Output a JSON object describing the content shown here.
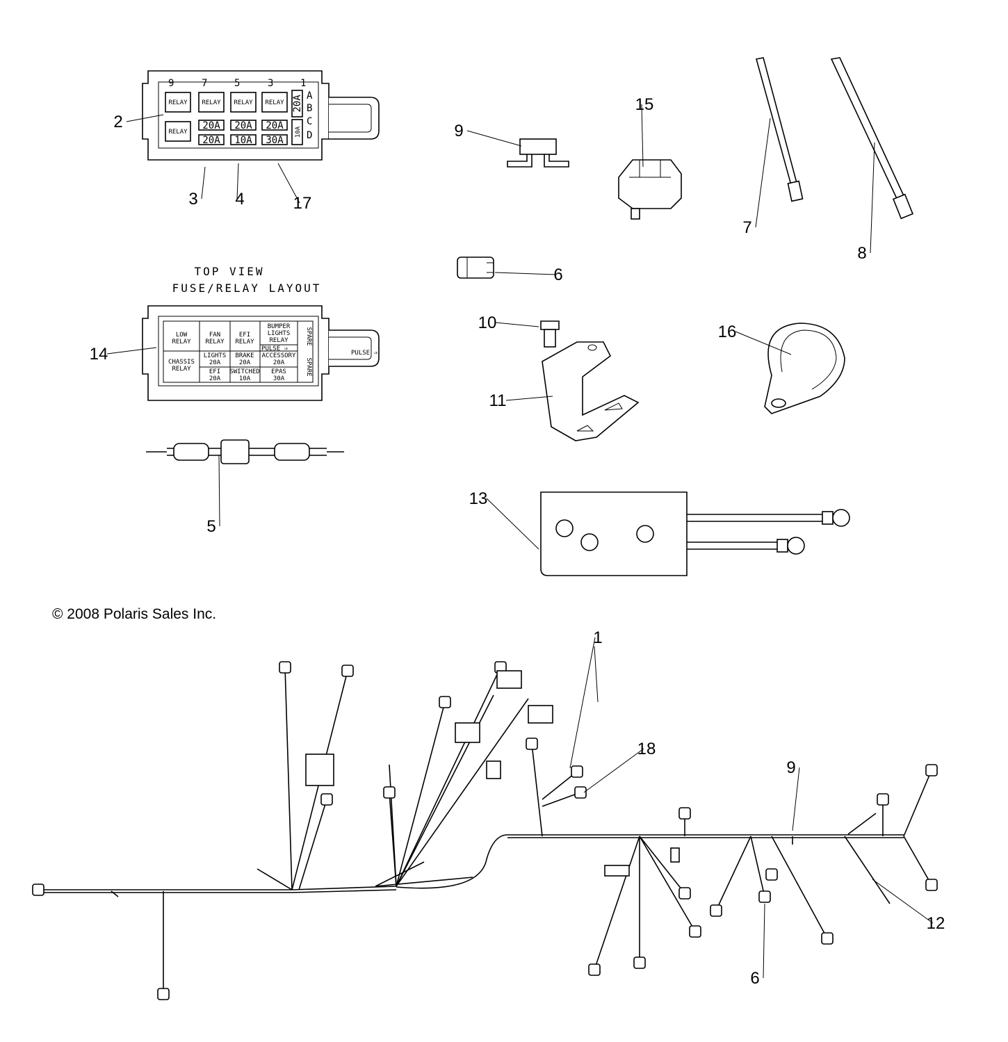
{
  "copyright": "© 2008 Polaris Sales Inc.",
  "fuse_box": {
    "column_numbers": [
      "9",
      "7",
      "5",
      "3",
      "1"
    ],
    "row_letters": [
      "A",
      "B",
      "C",
      "D"
    ],
    "relay_label": "RELAY",
    "fuses_row1": [
      "20A",
      "20A",
      "20A"
    ],
    "fuses_row2": [
      "20A",
      "10A",
      "30A"
    ],
    "side_fuse_top": "20A",
    "side_fuse_bottom": "10A"
  },
  "layout": {
    "title_line1": "TOP VIEW",
    "title_line2": "FUSE/RELAY LAYOUT",
    "cells": {
      "low_relay": [
        "LOW",
        "RELAY"
      ],
      "fan_relay": [
        "FAN",
        "RELAY"
      ],
      "efi_relay": [
        "EFI",
        "RELAY"
      ],
      "bumper": [
        "BUMPER",
        "LIGHTS",
        "RELAY"
      ],
      "pulse": "PULSE",
      "spare_top": "SPARE",
      "chassis_relay": [
        "CHASSIS",
        "RELAY"
      ],
      "lights": [
        "LIGHTS",
        "20A"
      ],
      "brake": [
        "BRAKE",
        "20A"
      ],
      "accessory": [
        "ACCESSORY",
        "20A"
      ],
      "spare_bottom": "SPARE",
      "efi": [
        "EFI",
        "20A"
      ],
      "switched": [
        "SWITCHED",
        "10A"
      ],
      "epas": [
        "EPAS",
        "30A"
      ],
      "pulse_tab": "PULSE"
    }
  },
  "callouts": [
    "2",
    "3",
    "4",
    "17",
    "14",
    "5",
    "9",
    "15",
    "7",
    "8",
    "6",
    "10",
    "11",
    "16",
    "13",
    "1",
    "18",
    "9",
    "12",
    "6"
  ]
}
